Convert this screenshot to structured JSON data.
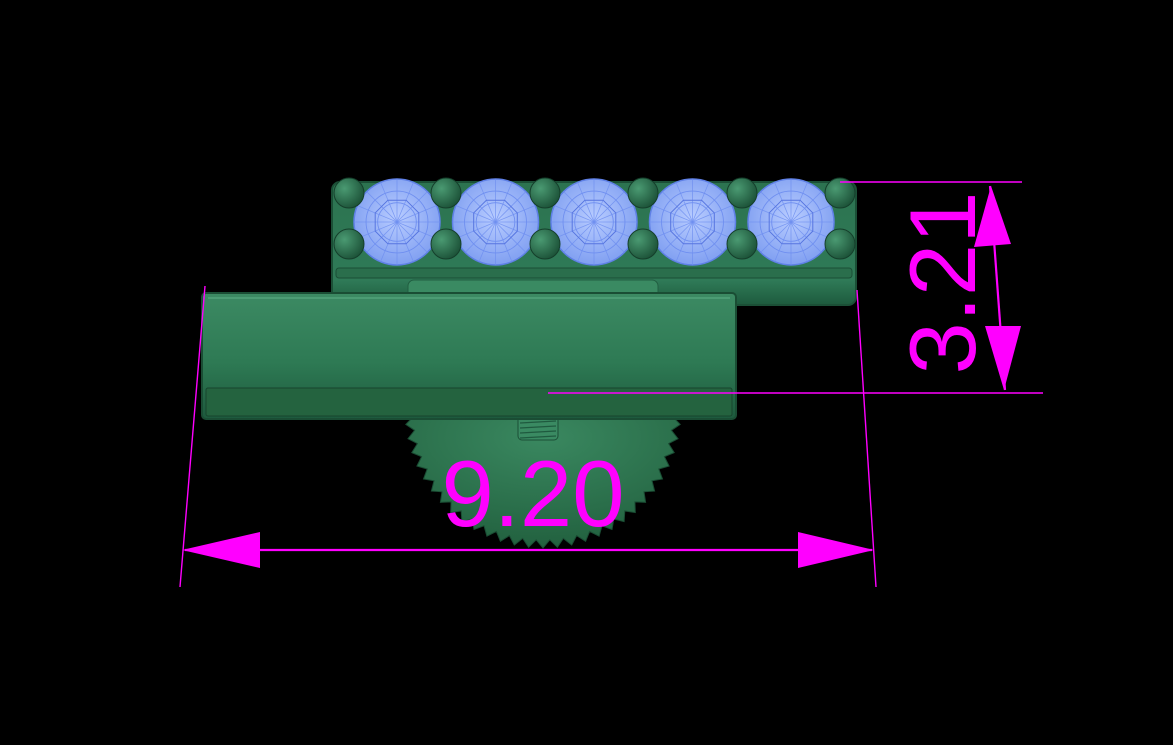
{
  "colors": {
    "background": "#000000",
    "dimension": "#ff00ff",
    "body_green": "#2f7a57",
    "body_green_dark": "#1f5a3f",
    "body_green_light": "#3f8f68",
    "gem_blue": "#8fb0ff",
    "gem_line": "#5f80e6"
  },
  "dimensions": {
    "width_value": "9.20",
    "height_value": "3.21"
  },
  "model": {
    "gem_count": 5,
    "prong_count": 12,
    "parts": [
      "gem-row-bar",
      "gem-setting",
      "front-plate",
      "knurled-wheel",
      "threaded-post"
    ]
  }
}
